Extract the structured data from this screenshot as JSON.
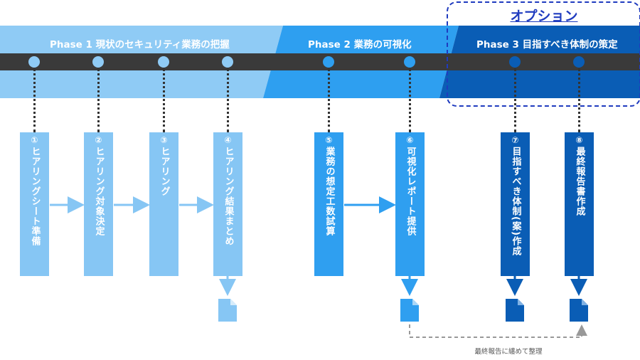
{
  "option": {
    "label": "オプション"
  },
  "phases": [
    {
      "label": "Phase 1  現状のセキュリティ業務の把握"
    },
    {
      "label": "Phase 2  業務の可視化"
    },
    {
      "label": "Phase 3 目指すべき体制の策定"
    }
  ],
  "steps": [
    {
      "num": "①",
      "label": "ヒアリングシート準備"
    },
    {
      "num": "②",
      "label": "ヒアリング対象決定"
    },
    {
      "num": "③",
      "label": "ヒアリング"
    },
    {
      "num": "④",
      "label": "ヒアリング結果まとめ"
    },
    {
      "num": "⑤",
      "label": "業務の想定工数試算"
    },
    {
      "num": "⑥",
      "label": "可視化レポート提供"
    },
    {
      "num": "⑦",
      "label": "目指すべき体制(案)作成"
    },
    {
      "num": "⑧",
      "label": "最終報告書作成"
    }
  ],
  "note": "最終報告に纏めて整理",
  "colors": {
    "phase1": "#8fcbf5",
    "phase2": "#2e9ff0",
    "phase3": "#0a5db5",
    "timeline": "#3a3a3a",
    "step_light": "#86c6f4",
    "step_mid": "#2f9ff0",
    "step_dark": "#0a5db5",
    "option_border": "#1f3bbf"
  }
}
